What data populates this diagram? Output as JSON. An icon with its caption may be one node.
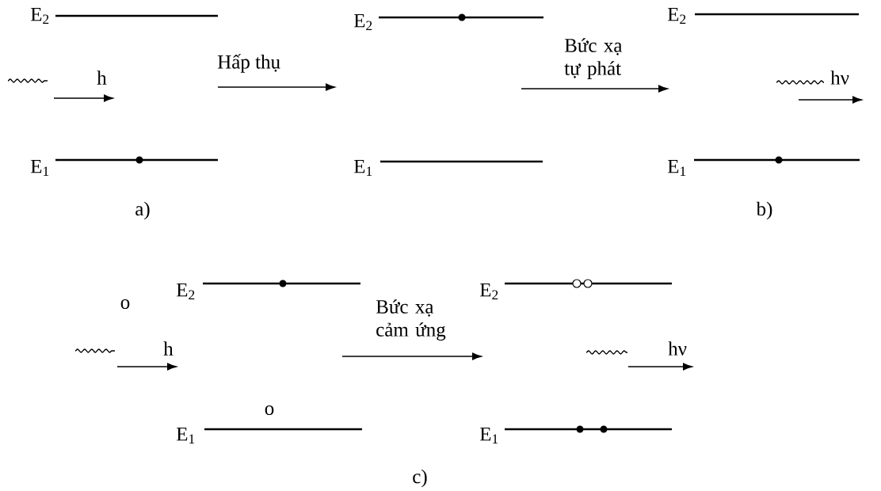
{
  "diagram": {
    "labels": [
      "E$_{2}$",
      "E$_{2}$",
      "E$_{2}$",
      "Hấp thụ",
      "Bức xạ tự phát",
      "h",
      "hν",
      "E$_{1}$",
      "E$_{1}$",
      "E$_{1}$",
      "a)",
      "b)",
      "E$_{2}$",
      "E$_{2}$",
      "o",
      "Bức xạ cảm ứng",
      "h",
      "hν",
      "o",
      "E$_{1}$",
      "E$_{1}$",
      "c)"
    ]
  }
}
